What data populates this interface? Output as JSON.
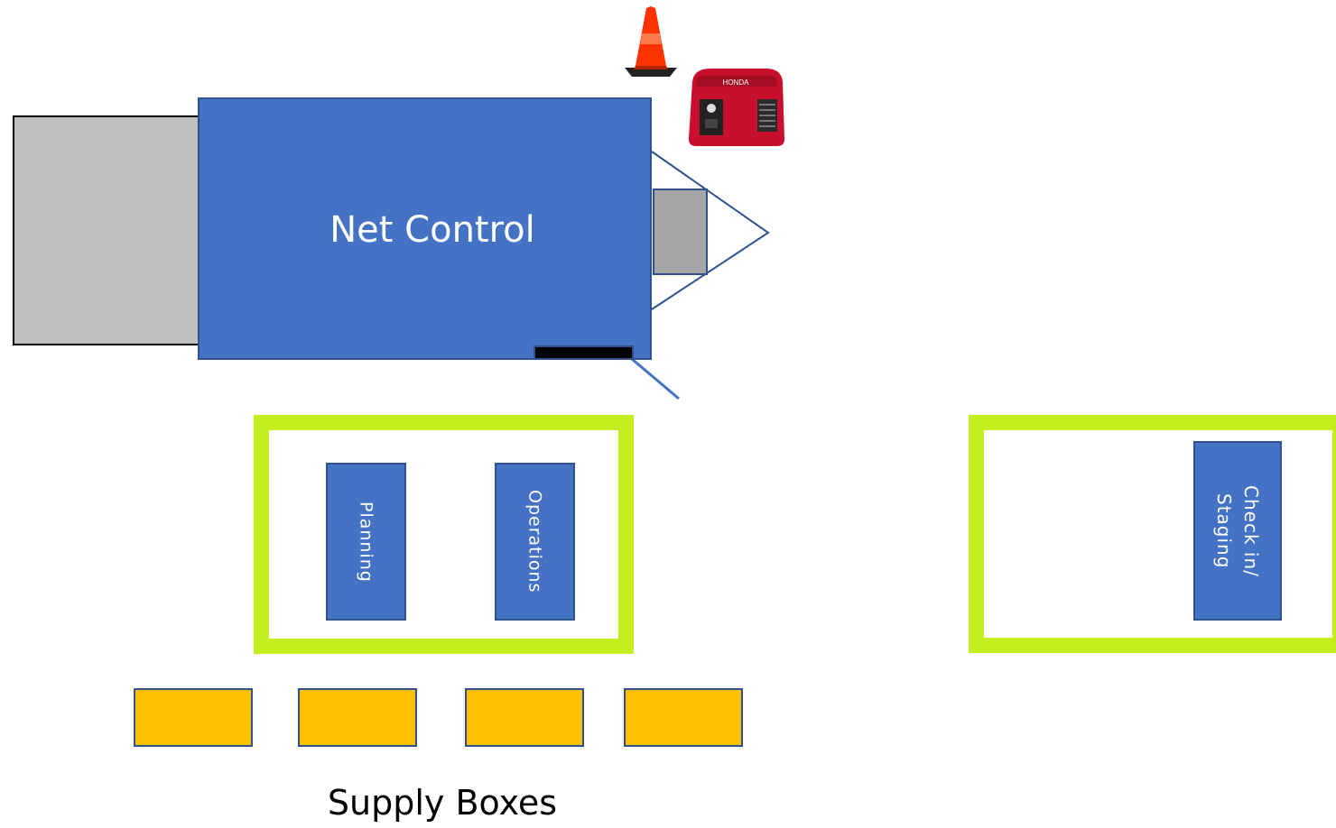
{
  "layout": {
    "net_control_label": "Net Control",
    "stations": {
      "planning": "Planning",
      "operations": "Operations",
      "check_in": "Check in/\nStaging"
    },
    "supply_label": "Supply Boxes",
    "supply_box_count": 4
  },
  "icons": {
    "cone": "traffic-cone-icon",
    "generator": "generator-icon",
    "generator_brand": "HONDA"
  },
  "colors": {
    "vehicle_blue": "#4472c4",
    "outline_blue": "#2f528f",
    "trailer_gray": "#bfbfbf",
    "zone_green": "#c5ee1f",
    "supply_orange": "#ffc000",
    "cone_orange": "#ff3300",
    "generator_red": "#c8102e"
  }
}
